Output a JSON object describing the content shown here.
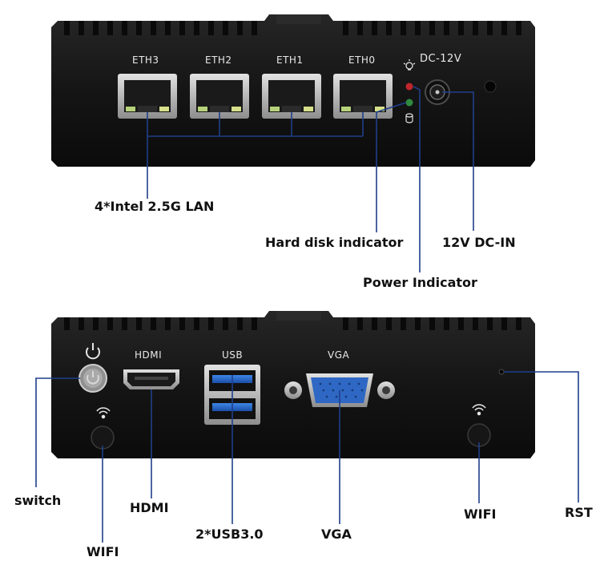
{
  "top_panel": {
    "ports": [
      "ETH3",
      "ETH2",
      "ETH1",
      "ETH0"
    ],
    "dc_label": "DC-12V"
  },
  "bottom_panel": {
    "hdmi_label": "HDMI",
    "usb_label": "USB",
    "vga_label": "VGA"
  },
  "callouts": {
    "lan": "4*Intel 2.5G LAN",
    "hdd": "Hard disk indicator",
    "dcin": "12V DC-IN",
    "power": "Power Indicator",
    "switch": "switch",
    "hdmi": "HDMI",
    "wifi_left": "WIFI",
    "usb": "2*USB3.0",
    "vga": "VGA",
    "wifi_right": "WIFI",
    "rst": "RST"
  },
  "colors": {
    "chassis": "#141414",
    "port_silver": "#b9b9b9",
    "led_red": "#c0262c",
    "led_green": "#2e8b3f",
    "usb_blue": "#1e63c8",
    "vga_blue": "#2f68c4",
    "line_blue": "#1f3f8a"
  }
}
